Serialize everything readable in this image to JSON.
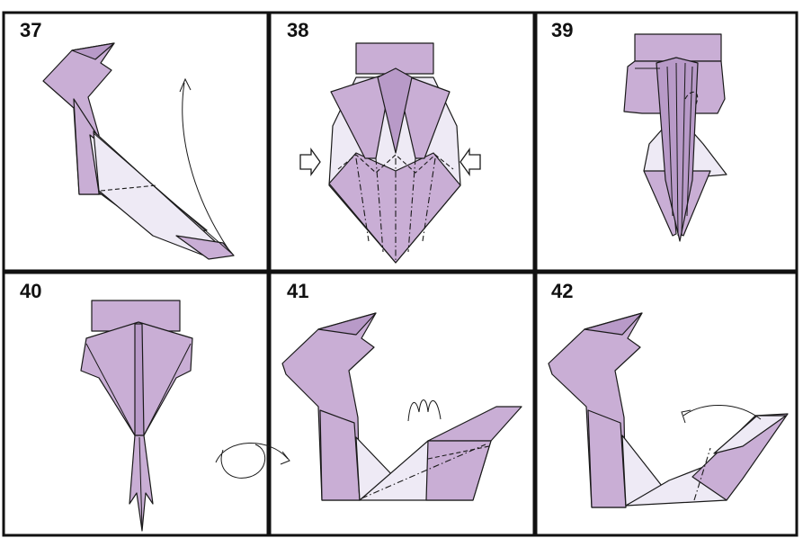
{
  "steps": [
    {
      "number": "37"
    },
    {
      "number": "38"
    },
    {
      "number": "39"
    },
    {
      "number": "40"
    },
    {
      "number": "41"
    },
    {
      "number": "42"
    }
  ],
  "colors": {
    "paper": "#c9aed5",
    "paper_back": "#eeeaf5",
    "line": "#1a1a1a"
  },
  "icons": [
    "push-arrow-icon",
    "fold-arrow-icon",
    "turn-over-icon",
    "pleat-mark-icon"
  ]
}
